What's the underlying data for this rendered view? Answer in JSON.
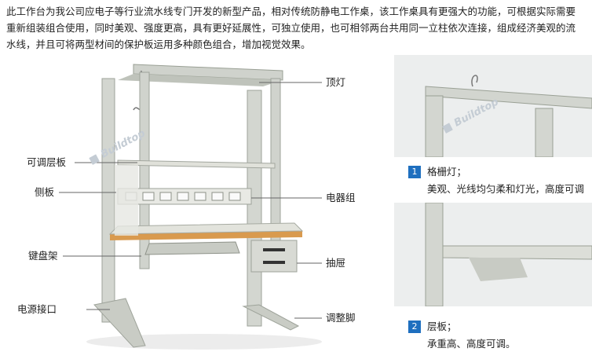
{
  "intro": {
    "line1": "此工作台为我公司应电子等行业流水线专门开发的新型产品，相对传统防静电工作桌，该工作桌具有更强大的功能，可根据实际需要",
    "line2": "重新组装组合使用，同时美观、强度更高，具有更好延展性，可独立使用，也可相邻两台共用同一立柱依次连接，组成经济美观的流",
    "line3": "水线，并且可将两型材间的保护板运用多种颜色组合，增加视觉效果。"
  },
  "callouts": {
    "top_light": "顶灯",
    "shelf": "可调层板",
    "side_panel": "侧板",
    "electrical": "电器组",
    "keyboard_tray": "键盘架",
    "drawer": "抽屉",
    "power_port": "电源接口",
    "foot": "调整脚"
  },
  "features": [
    {
      "num": "1",
      "title": "格栅灯；",
      "desc": "美观、光线均匀柔和灯光，高度可调"
    },
    {
      "num": "2",
      "title": "层板；",
      "desc": "承重高、高度可调。"
    }
  ],
  "colors": {
    "frame": "#d3d6d0",
    "tabletop": "#e2e3dc",
    "table_edge": "#d99a4e",
    "badge": "#1e6fbf"
  }
}
